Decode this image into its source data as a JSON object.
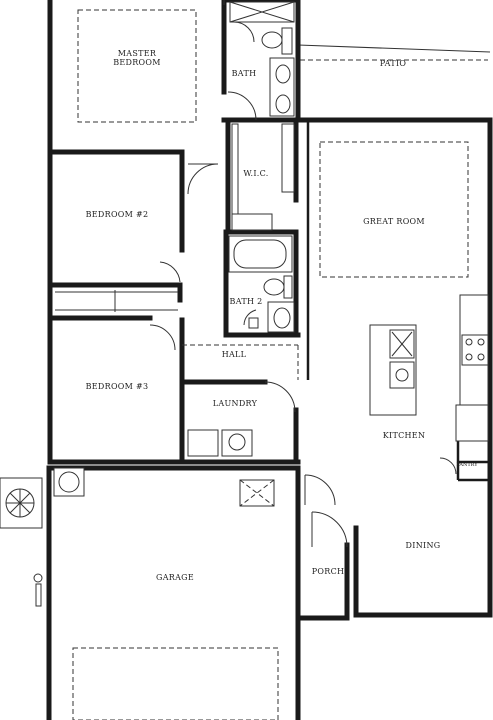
{
  "rooms": {
    "master_bedroom": [
      "MASTER",
      "BEDROOM"
    ],
    "bath": "BATH",
    "patio": "PATIO",
    "wic": "W.I.C.",
    "great_room": "GREAT ROOM",
    "bedroom2": "BEDROOM #2",
    "bath2": "BATH 2",
    "hall": "HALL",
    "bedroom3": "BEDROOM #3",
    "laundry": "LAUNDRY",
    "kitchen": "KITCHEN",
    "pantry": "PANTRY",
    "dining": "DINING",
    "porch": "PORCH",
    "garage": "GARAGE"
  }
}
